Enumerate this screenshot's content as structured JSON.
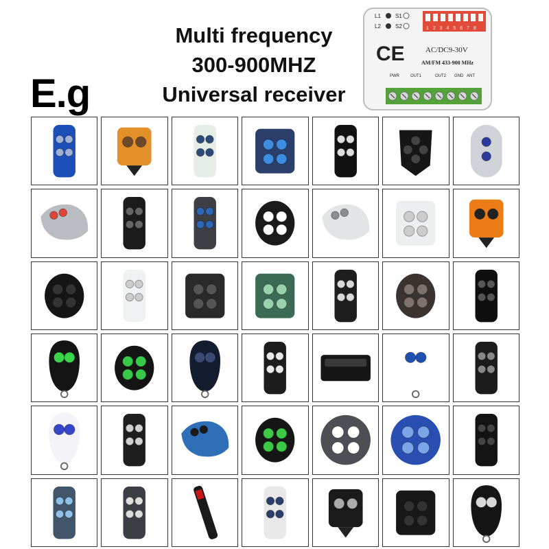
{
  "example_label": "E.g",
  "headline": {
    "line1": "Multi frequency",
    "line2": "300-900MHZ",
    "line3": "Universal receiver"
  },
  "receiver": {
    "led1": "L1",
    "led2": "L2",
    "switch1": "S1",
    "switch2": "S2",
    "dip_numbers": "1 2 3 4 5 6 7 8",
    "mark": "CE",
    "voltage": "AC/DC9-30V",
    "frequency": "AM/FM 433-900 MHz",
    "terminals": [
      "PWR",
      "OUT1",
      "OUT2",
      "GND",
      "ANT"
    ]
  },
  "remotes": [
    {
      "body": "#1d4fb8",
      "btn": "#9fb2d6",
      "shape": "tall"
    },
    {
      "body": "#e3902a",
      "btn": "#6b4a2a",
      "shape": "tag"
    },
    {
      "body": "#e6ece6",
      "btn": "#2d4a78",
      "shape": "tall"
    },
    {
      "body": "#2b3f6a",
      "btn": "#3d8ee0",
      "shape": "square"
    },
    {
      "body": "#111111",
      "btn": "#dddddd",
      "shape": "tall"
    },
    {
      "body": "#161616",
      "btn": "#444444",
      "shape": "shield"
    },
    {
      "body": "#cfd3d8",
      "btn": "#2b3a9c",
      "shape": "oval"
    },
    {
      "body": "#b9bdc2",
      "btn": "#e0443a",
      "shape": "wedge"
    },
    {
      "body": "#1b1b1b",
      "btn": "#666666",
      "shape": "tall"
    },
    {
      "body": "#3d3f45",
      "btn": "#2d67b8",
      "shape": "tall"
    },
    {
      "body": "#1a1a1a",
      "btn": "#ffffff",
      "shape": "round"
    },
    {
      "body": "#e2e4e6",
      "btn": "#8a8d92",
      "shape": "wedge"
    },
    {
      "body": "#eceeef",
      "btn": "#cccccc",
      "shape": "square"
    },
    {
      "body": "#ec7c16",
      "btn": "#222222",
      "shape": "tag"
    },
    {
      "body": "#151515",
      "btn": "#333333",
      "shape": "round"
    },
    {
      "body": "#f0f1f2",
      "btn": "#cccccc",
      "shape": "tall"
    },
    {
      "body": "#2a2a2a",
      "btn": "#555555",
      "shape": "square"
    },
    {
      "body": "#3c6b55",
      "btn": "#9ad2b0",
      "shape": "square"
    },
    {
      "body": "#1e1e1e",
      "btn": "#d8d8d8",
      "shape": "tall"
    },
    {
      "body": "#3a3330",
      "btn": "#7d736c",
      "shape": "round"
    },
    {
      "body": "#0f0f0f",
      "btn": "#555555",
      "shape": "tall"
    },
    {
      "body": "#141414",
      "btn": "#3ad44a",
      "shape": "pear"
    },
    {
      "body": "#141414",
      "btn": "#38c94a",
      "shape": "round"
    },
    {
      "body": "#141c30",
      "btn": "#3a4a75",
      "shape": "pear"
    },
    {
      "body": "#1d1d1d",
      "btn": "#e8e8e8",
      "shape": "tall"
    },
    {
      "body": "#161616",
      "btn": "#3a3a3a",
      "shape": "wide"
    },
    {
      "body": "#ffffff",
      "btn": "#2050b0",
      "shape": "pear"
    },
    {
      "body": "#1c1c1c",
      "btn": "#888888",
      "shape": "tall"
    },
    {
      "body": "#f3f3f8",
      "btn": "#3547c8",
      "shape": "pear"
    },
    {
      "body": "#1e1e1e",
      "btn": "#d0d0d0",
      "shape": "tall"
    },
    {
      "body": "#2f6fb7",
      "btn": "#1a1a1a",
      "shape": "wedge"
    },
    {
      "body": "#161616",
      "btn": "#3bc946",
      "shape": "round"
    },
    {
      "body": "#4d4f54",
      "btn": "#ffffff",
      "shape": "disc"
    },
    {
      "body": "#2a4fb3",
      "btn": "#7aa6e8",
      "shape": "disc"
    },
    {
      "body": "#131313",
      "btn": "#444444",
      "shape": "tall"
    },
    {
      "body": "#41566a",
      "btn": "#8fc0e8",
      "shape": "tall"
    },
    {
      "body": "#3b3f45",
      "btn": "#dddddd",
      "shape": "tall"
    },
    {
      "body": "#1a1a1a",
      "btn": "#c81818",
      "shape": "stick"
    },
    {
      "body": "#e8e8e8",
      "btn": "#2a3f6a",
      "shape": "tall"
    },
    {
      "body": "#1a1a1a",
      "btn": "#aaaaaa",
      "shape": "tag"
    },
    {
      "body": "#181818",
      "btn": "#333333",
      "shape": "square"
    },
    {
      "body": "#151515",
      "btn": "#d8d8d8",
      "shape": "pear"
    }
  ]
}
